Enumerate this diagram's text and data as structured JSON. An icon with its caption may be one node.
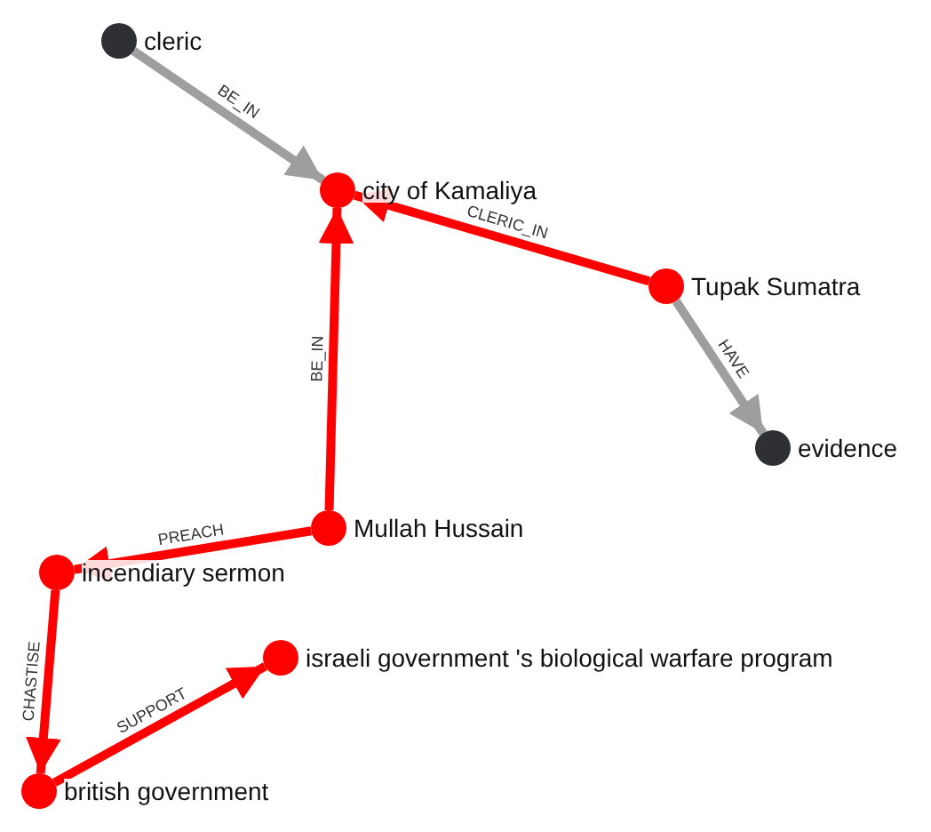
{
  "diagram": {
    "nodes": [
      {
        "text": [
          "cleric"
        ]
      },
      {
        "text": [
          "city of Kamaliya"
        ]
      },
      {
        "text": [
          "Tupak Sumatra"
        ]
      },
      {
        "text": [
          "evidence"
        ]
      },
      {
        "text": [
          "Mullah Hussain"
        ]
      },
      {
        "text": [
          "incendiary sermon"
        ]
      },
      {
        "text": [
          "israeli government 's biological warfare program"
        ]
      },
      {
        "text": [
          "british government"
        ]
      }
    ],
    "edges": [
      {
        "from": 0,
        "to": 1,
        "arrow": "to",
        "label": "BE_IN",
        "color": "#9e9e9e"
      },
      {
        "from": 2,
        "to": 1,
        "arrow": "to",
        "label": "CLERIC_IN"
      },
      {
        "from": 2,
        "to": 3,
        "arrow": "to",
        "label": "HAVE",
        "color": "#9e9e9e"
      },
      {
        "from": 4,
        "to": 1,
        "arrow": "to",
        "label": "BE_IN"
      },
      {
        "from": 4,
        "to": 5,
        "arrow": "to",
        "label": "PREACH"
      },
      {
        "from": 5,
        "to": 7,
        "arrow": "to",
        "label": "CHASTISE"
      },
      {
        "from": 7,
        "to": 6,
        "arrow": "to",
        "label": "SUPPORT"
      }
    ]
  }
}
